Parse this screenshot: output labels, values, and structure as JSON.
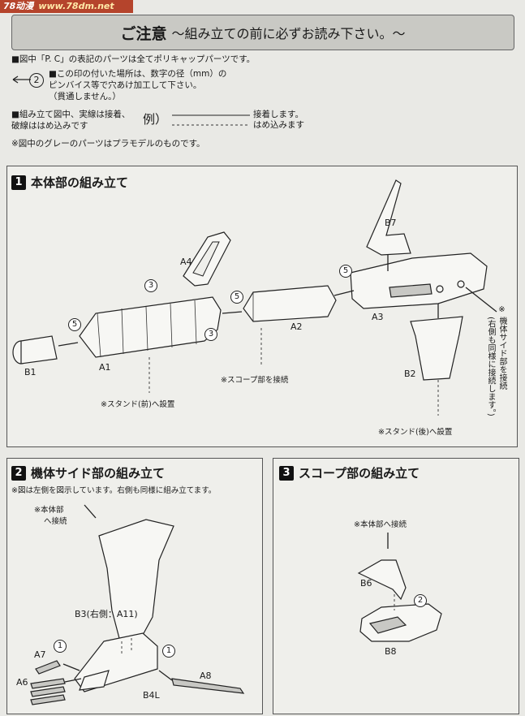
{
  "watermark": {
    "brand": "78动漫",
    "url": "www.78dm.net"
  },
  "header": {
    "title": "ご注意",
    "subtitle": "〜組み立ての前に必ずお読み下さい。〜"
  },
  "notes": {
    "line1": "■図中「P. C」の表記のパーツは全てポリキャップパーツです。",
    "drill_line1": "■この印の付いた場所は、数字の径（mm）の",
    "drill_line2": "ピンバイス等で穴あけ加工して下さい。",
    "drill_line3": "（貫通しません。）",
    "drill_badge": "2",
    "assembly_line1": "■組み立て図中、実線は接着、",
    "assembly_line2": "破線ははめ込みです",
    "example": "例）",
    "glue": "接着します。",
    "fit": "はめ込みます",
    "grey_note": "※図中のグレーのパーツはプラモデルのものです。"
  },
  "step1": {
    "num": "1",
    "title": "本体部の組み立て",
    "parts": {
      "A1": "A1",
      "A2": "A2",
      "A3": "A3",
      "A4": "A4",
      "B1": "B1",
      "B2": "B2",
      "B7": "B7"
    },
    "markers": {
      "m5a": "5",
      "m3a": "3",
      "m5b": "5",
      "m3b": "3",
      "m5c": "5"
    },
    "scope_note": "※スコープ部を接続",
    "stand_front": "※スタンド(前)へ設置",
    "stand_rear": "※スタンド(後)へ設置",
    "side_note_a": "※",
    "side_note_b": "機体サイド部を接続",
    "side_note_c": "(右側も同様に接続します。)"
  },
  "step2": {
    "num": "2",
    "title": "機体サイド部の組み立て",
    "note": "※図は左側を図示しています。右側も同様に組み立てます。",
    "connect_a": "※本体部",
    "connect_b": "へ接続",
    "parts": {
      "B3": "B3(右側：A11)",
      "A7": "A7",
      "A6": "A6",
      "A8": "A8",
      "B4L": "B4L"
    },
    "markers": {
      "m1a": "1",
      "m1b": "1"
    }
  },
  "step3": {
    "num": "3",
    "title": "スコープ部の組み立て",
    "connect": "※本体部へ接続",
    "parts": {
      "B6": "B6",
      "B8": "B8"
    },
    "markers": {
      "m2": "2"
    }
  }
}
